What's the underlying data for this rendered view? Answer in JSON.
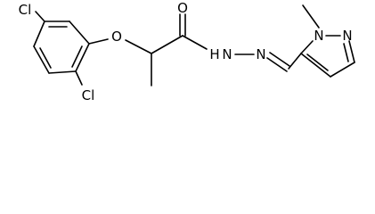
{
  "molecule": {
    "atoms": {
      "cl_top": "Cl",
      "cl_bottom": "Cl",
      "o_ether": "O",
      "o_carbonyl": "O",
      "nh": "H",
      "n_hydrazone": "N",
      "n_pyrazole_1": "N",
      "n_pyrazole_2": "N"
    },
    "nh_label": {
      "n": "N",
      "h": "H"
    }
  }
}
